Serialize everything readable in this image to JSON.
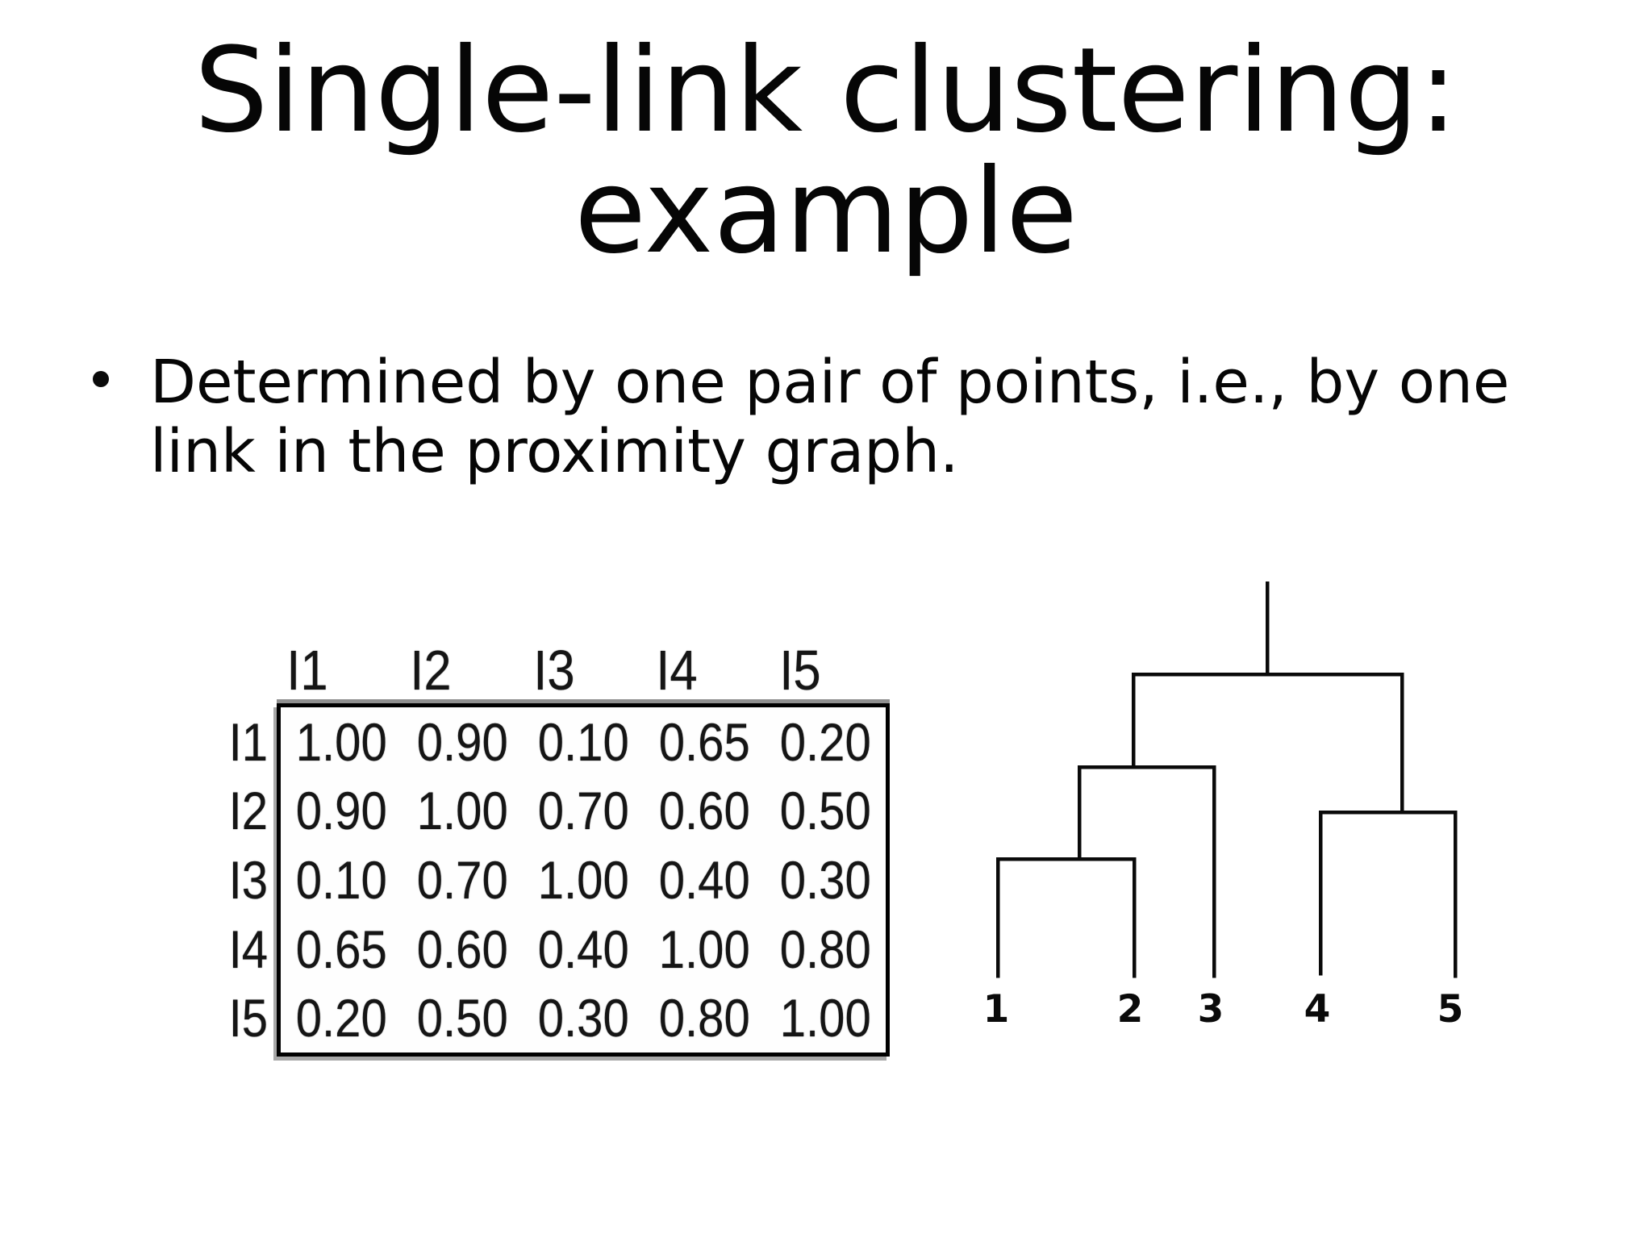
{
  "slide": {
    "title": "Single-link clustering: example",
    "title_lines": [
      "Single-link clustering:",
      "example"
    ],
    "bullet_text": "Determined by one pair of points, i.e., by one link in the proximity graph.",
    "bullet_lines": [
      "Determined by one pair of points, i.e., by one",
      "link in the proximity graph."
    ]
  },
  "colors": {
    "text": "#000000",
    "background": "#ffffff",
    "matrix_border": "#000000",
    "dendrogram_line": "#0a0a0a"
  },
  "chart_data": [
    {
      "type": "table",
      "title": "similarity matrix",
      "col_headers": [
        "I1",
        "I2",
        "I3",
        "I4",
        "I5"
      ],
      "row_headers": [
        "I1",
        "I2",
        "I3",
        "I4",
        "I5"
      ],
      "values": [
        [
          "1.00",
          "0.90",
          "0.10",
          "0.65",
          "0.20"
        ],
        [
          "0.90",
          "1.00",
          "0.70",
          "0.60",
          "0.50"
        ],
        [
          "0.10",
          "0.70",
          "1.00",
          "0.40",
          "0.30"
        ],
        [
          "0.65",
          "0.60",
          "0.40",
          "1.00",
          "0.80"
        ],
        [
          "0.20",
          "0.50",
          "0.30",
          "0.80",
          "1.00"
        ]
      ]
    },
    {
      "type": "dendrogram",
      "orientation": "top-down",
      "leaves": [
        "1",
        "2",
        "3",
        "4",
        "5"
      ],
      "hierarchy": "(((1,2),3),(4,5))",
      "merge_order": [
        [
          "1",
          "2"
        ],
        [
          "(1,2)",
          "3"
        ],
        [
          "4",
          "5"
        ],
        [
          "((1,2),3)",
          "(4,5)"
        ]
      ],
      "segments": [
        [
          1571,
          723,
          1571,
          836
        ],
        [
          1405,
          836,
          1738,
          836
        ],
        [
          1405,
          836,
          1405,
          951
        ],
        [
          1338,
          951,
          1505,
          951
        ],
        [
          1338,
          951,
          1338,
          1065
        ],
        [
          1237,
          1065,
          1406,
          1065
        ],
        [
          1237,
          1065,
          1237,
          1210
        ],
        [
          1406,
          1065,
          1406,
          1210
        ],
        [
          1505,
          951,
          1505,
          1210
        ],
        [
          1738,
          836,
          1738,
          1007
        ],
        [
          1637,
          1007,
          1804,
          1007
        ],
        [
          1637,
          1007,
          1637,
          1207
        ],
        [
          1804,
          1007,
          1804,
          1210
        ]
      ],
      "leaf_label_x": [
        1235,
        1401,
        1501,
        1633,
        1798
      ],
      "stroke_width": 4.5
    }
  ]
}
